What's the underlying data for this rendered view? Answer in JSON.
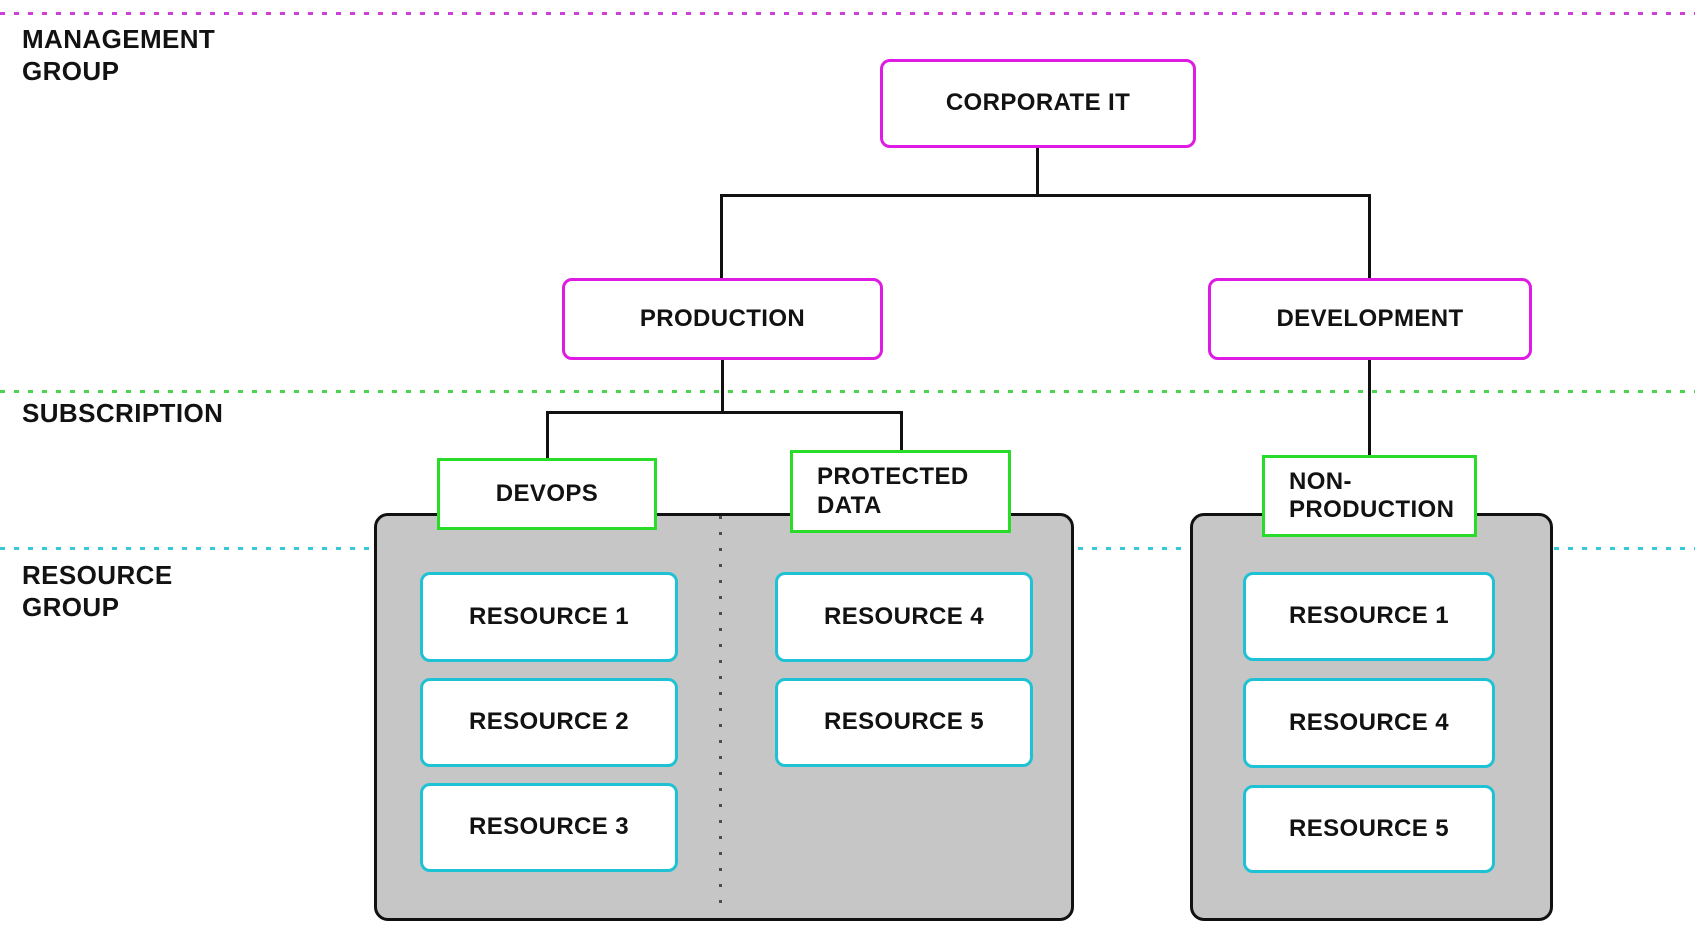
{
  "diagram": {
    "lanes": {
      "management_group": {
        "label": "MANAGEMENT\nGROUP"
      },
      "subscription": {
        "label": "SUBSCRIPTION"
      },
      "resource_group": {
        "label": "RESOURCE\nGROUP"
      }
    },
    "management_boxes": {
      "corporate_it": {
        "label": "CORPORATE IT"
      },
      "production": {
        "label": "PRODUCTION"
      },
      "development": {
        "label": "DEVELOPMENT"
      }
    },
    "subscription_boxes": {
      "devops": {
        "label": "DEVOPS"
      },
      "protected_data": {
        "label": "PROTECTED\nDATA"
      },
      "non_production": {
        "label": "NON-\nPRODUCTION"
      }
    },
    "resource_groups": {
      "production": {
        "devops_resources": [
          "RESOURCE 1",
          "RESOURCE 2",
          "RESOURCE 3"
        ],
        "protected_resources": [
          "RESOURCE 4",
          "RESOURCE 5"
        ]
      },
      "non_production": {
        "resources": [
          "RESOURCE 1",
          "RESOURCE 4",
          "RESOURCE 5"
        ]
      }
    },
    "colors": {
      "management": "#de1be2",
      "subscription": "#28dc28",
      "resource": "#1ec2d4",
      "dot_management": "#cf3fd8",
      "dot_subscription": "#4cd54c",
      "dot_resource": "#38c8da",
      "container_fill": "#c6c6c6",
      "box_fill": "#ffffff",
      "line": "#111111",
      "text": "#121212"
    }
  }
}
